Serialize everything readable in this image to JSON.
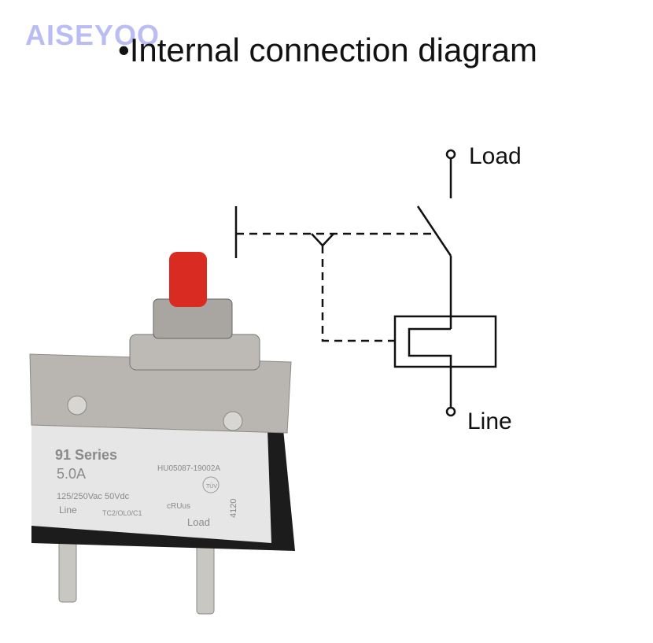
{
  "logo": "AISEYOO",
  "title": "•Internal connection diagram",
  "diagram": {
    "load_label": "Load",
    "line_label": "Line"
  },
  "product": {
    "series": "91 Series",
    "rating": "5.0A",
    "cert_code": "HU05087-19002A",
    "voltage": "125/250Vac 50Vdc",
    "line_label": "Line",
    "model_code": "TC2/OL0/C1",
    "load_label": "Load",
    "date_code": "4120",
    "ul_mark": "cRUus",
    "tuv_mark": "TÜV"
  },
  "colors": {
    "button": "#d92b22",
    "body": "#e4e4e4",
    "metal": "#b9b6b1",
    "logo": "#b3b6f2"
  }
}
